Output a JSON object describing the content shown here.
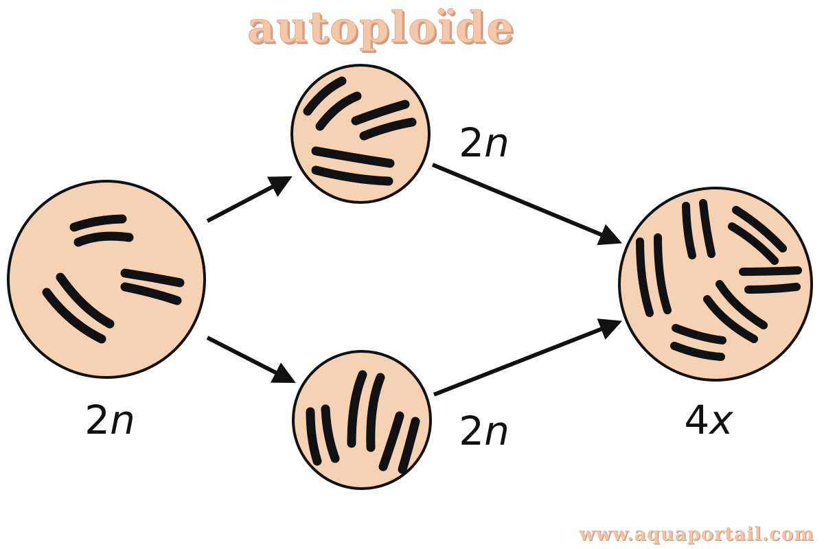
{
  "title": "autoploïde",
  "watermark": "www.aquaportail.com",
  "colors": {
    "cell_fill": "#f6d2b5",
    "cell_stroke": "#111111",
    "chromosome": "#111111",
    "arrow": "#111111",
    "title": "#f5c7a6"
  },
  "cells": {
    "parent": {
      "count": "2",
      "letter": "n"
    },
    "top": {
      "count": "2",
      "letter": "n"
    },
    "bottom": {
      "count": "2",
      "letter": "n"
    },
    "result": {
      "count": "4",
      "letter": "x"
    }
  }
}
